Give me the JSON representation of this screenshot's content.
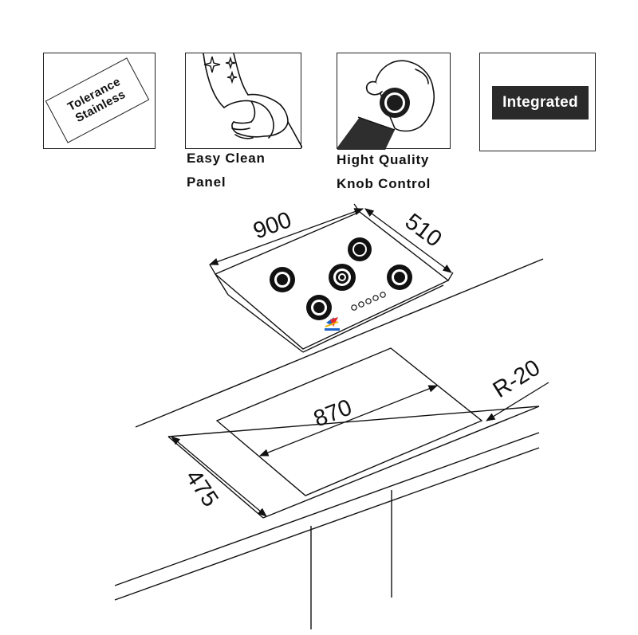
{
  "features": {
    "tolerance": {
      "line1": "Tolerance",
      "line2": "Stainless"
    },
    "easy_clean": {
      "line1": "Easy Clean",
      "line2": "Panel"
    },
    "knob": {
      "line1": "Hight Quality",
      "line2": "Knob Control"
    },
    "integrated": {
      "label": "Integrated"
    }
  },
  "dimensions": {
    "hob_width": "900",
    "hob_depth": "510",
    "cutout_width": "870",
    "cutout_depth": "475",
    "corner_radius": "R-20"
  },
  "icons": [
    "hand-washing-icon",
    "knob-hand-icon",
    "burner-icon",
    "brand-logo-icon"
  ]
}
